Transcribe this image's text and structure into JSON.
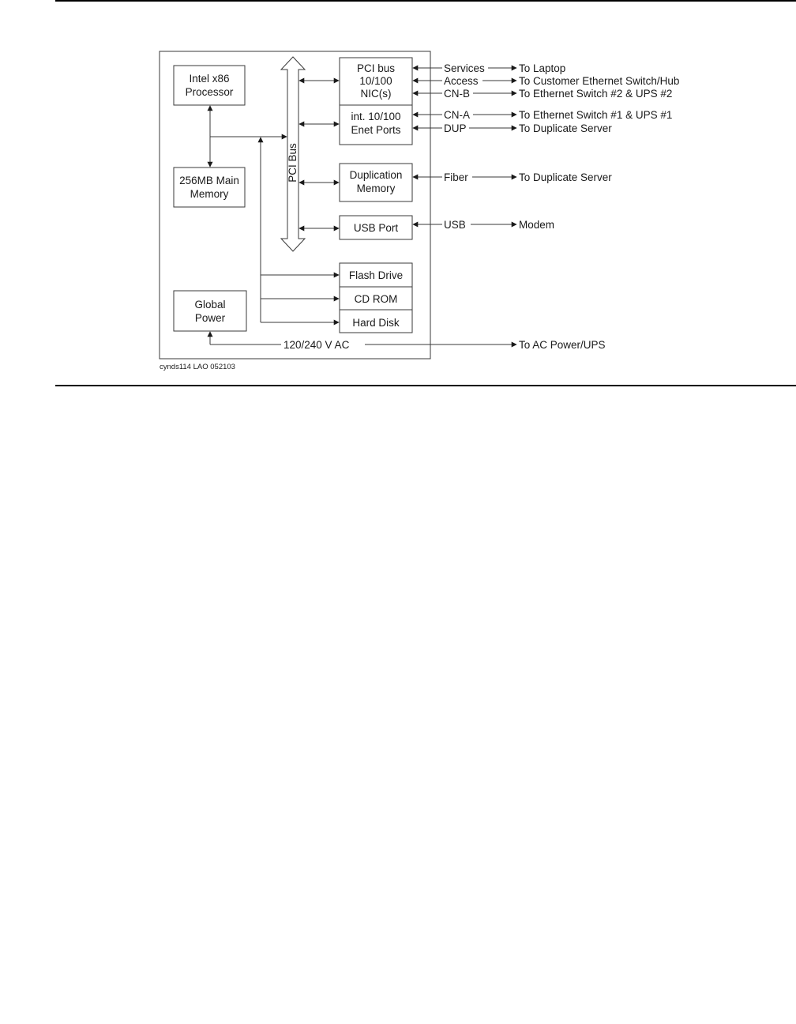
{
  "diagram": {
    "caption": "cynds114 LAO 052103",
    "bus_label": "PCI Bus",
    "blocks": {
      "processor": [
        "Intel x86",
        "Processor"
      ],
      "memory": [
        "256MB Main",
        "Memory"
      ],
      "power": [
        "Global",
        "Power"
      ],
      "nic": [
        "PCI bus",
        "10/100",
        "NIC(s)"
      ],
      "enet": [
        "int. 10/100",
        "Enet Ports"
      ],
      "dup_mem": [
        "Duplication",
        "Memory"
      ],
      "usb": "USB Port",
      "flash": "Flash Drive",
      "cdrom": "CD ROM",
      "hdd": "Hard Disk"
    },
    "connections": [
      {
        "port": "Services",
        "dest": "To Laptop"
      },
      {
        "port": "Access",
        "dest": "To Customer Ethernet Switch/Hub"
      },
      {
        "port": "CN-B",
        "dest": "To Ethernet Switch #2 & UPS #2"
      },
      {
        "port": "CN-A",
        "dest": "To Ethernet Switch #1 & UPS #1"
      },
      {
        "port": "DUP",
        "dest": "To Duplicate Server"
      },
      {
        "port": "Fiber",
        "dest": "To Duplicate Server"
      },
      {
        "port": "USB",
        "dest": "Modem"
      }
    ],
    "power_line": {
      "label": "120/240 V AC",
      "dest": "To AC Power/UPS"
    }
  }
}
